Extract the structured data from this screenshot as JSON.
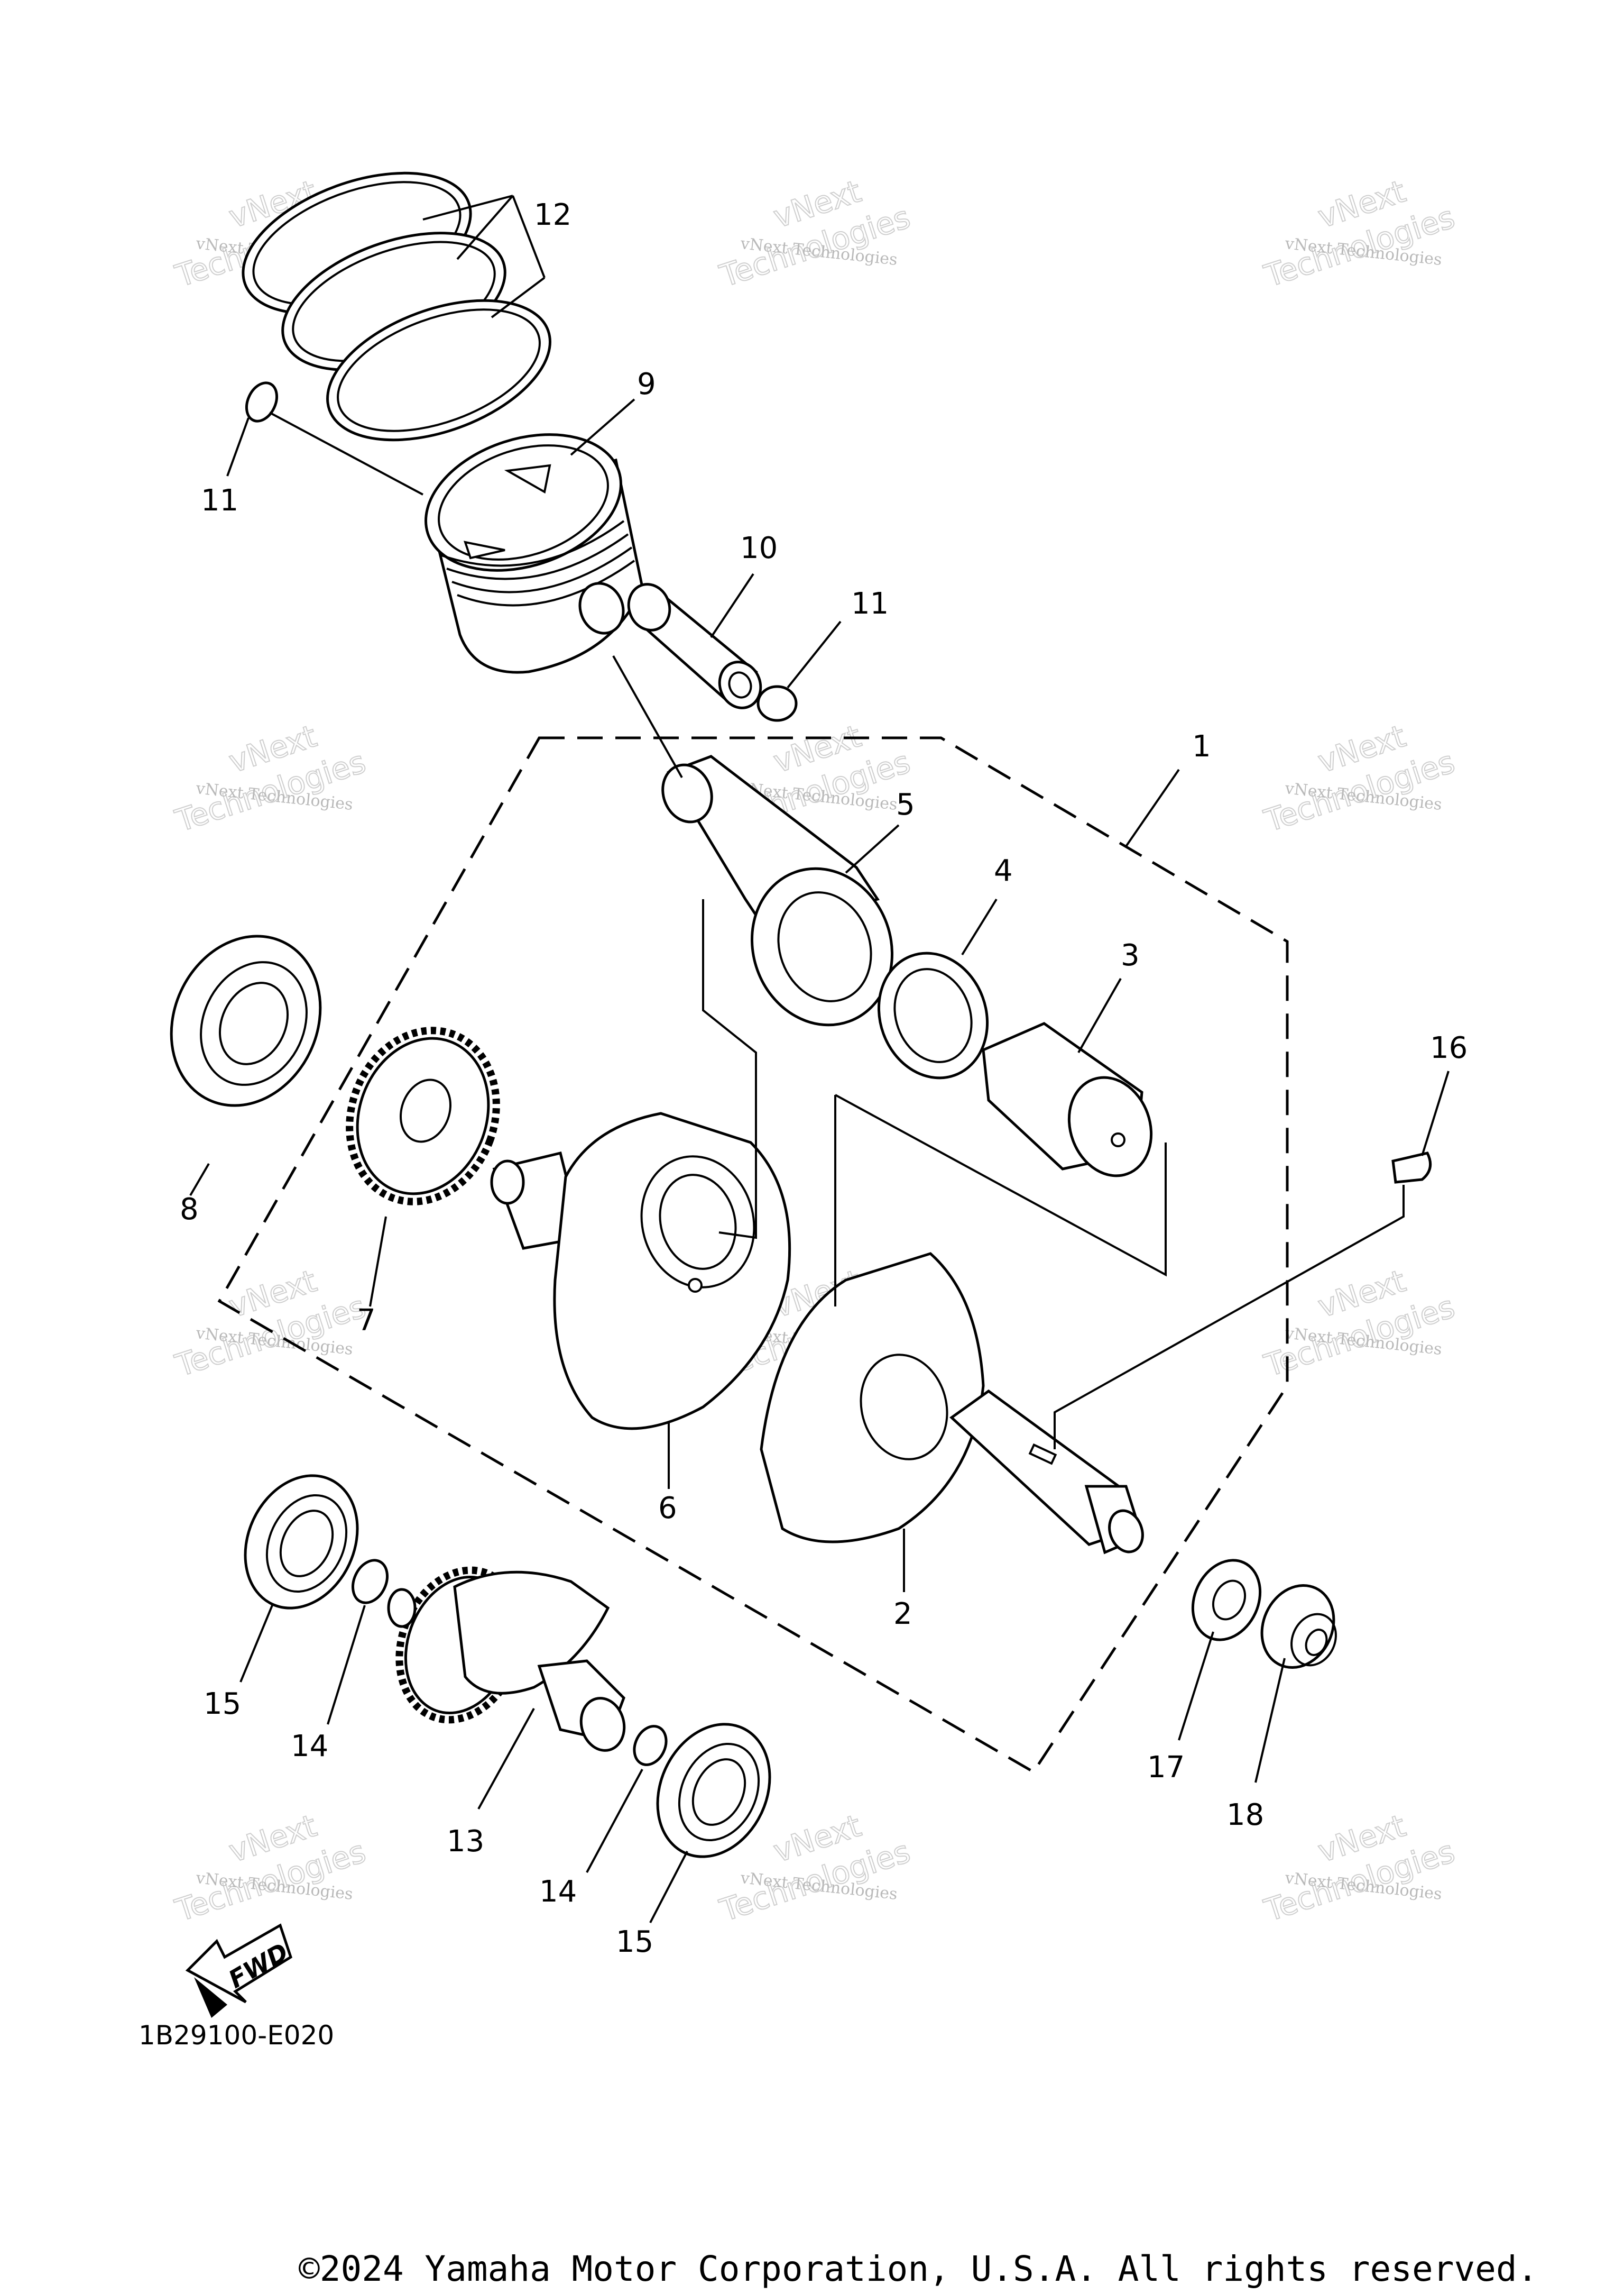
{
  "diagram": {
    "callouts": [
      {
        "id": "c1",
        "text": "1"
      },
      {
        "id": "c2",
        "text": "2"
      },
      {
        "id": "c3",
        "text": "3"
      },
      {
        "id": "c4",
        "text": "4"
      },
      {
        "id": "c5",
        "text": "5"
      },
      {
        "id": "c6",
        "text": "6"
      },
      {
        "id": "c7",
        "text": "7"
      },
      {
        "id": "c8",
        "text": "8"
      },
      {
        "id": "c9",
        "text": "9"
      },
      {
        "id": "c10",
        "text": "10"
      },
      {
        "id": "c11a",
        "text": "11"
      },
      {
        "id": "c11b",
        "text": "11"
      },
      {
        "id": "c12",
        "text": "12"
      },
      {
        "id": "c13",
        "text": "13"
      },
      {
        "id": "c14a",
        "text": "14"
      },
      {
        "id": "c14b",
        "text": "14"
      },
      {
        "id": "c15a",
        "text": "15"
      },
      {
        "id": "c15b",
        "text": "15"
      },
      {
        "id": "c16",
        "text": "16"
      },
      {
        "id": "c17",
        "text": "17"
      },
      {
        "id": "c18",
        "text": "18"
      }
    ],
    "fwd_label": "FWD",
    "drawing_code": "1B29100-E020",
    "copyright": "©2024 Yamaha Motor Corporation, U.S.A. All rights reserved.",
    "watermark": {
      "line1": "vNext Technologies",
      "line2a": "vNext",
      "line2b": "Technologies"
    }
  }
}
